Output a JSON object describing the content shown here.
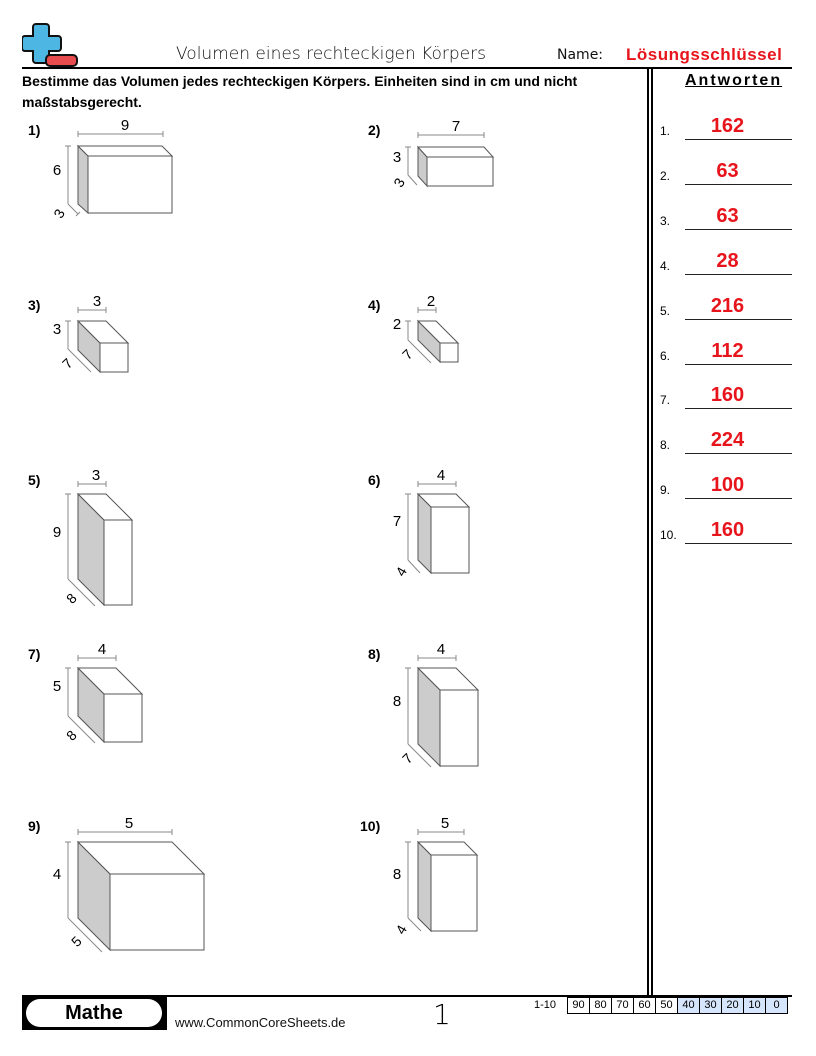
{
  "header": {
    "title": "Volumen eines rechteckigen Körpers",
    "name_label": "Name:",
    "name_value": "Lösungsschlüssel",
    "logo_colors": {
      "plus": "#4db6e3",
      "minus": "#e84c4f"
    }
  },
  "instructions": "Bestimme das Volumen jedes rechteckigen Körpers. Einheiten sind in cm und nicht maßstabsgerecht.",
  "answers": {
    "heading": "Antworten",
    "items": [
      {
        "num": "1.",
        "value": "162"
      },
      {
        "num": "2.",
        "value": "63"
      },
      {
        "num": "3.",
        "value": "63"
      },
      {
        "num": "4.",
        "value": "28"
      },
      {
        "num": "5.",
        "value": "216"
      },
      {
        "num": "6.",
        "value": "112"
      },
      {
        "num": "7.",
        "value": "160"
      },
      {
        "num": "8.",
        "value": "224"
      },
      {
        "num": "9.",
        "value": "100"
      },
      {
        "num": "10.",
        "value": "160"
      }
    ]
  },
  "problems": [
    {
      "label": "1)",
      "width": "9",
      "height": "6",
      "depth": "3"
    },
    {
      "label": "2)",
      "width": "7",
      "height": "3",
      "depth": "3"
    },
    {
      "label": "3)",
      "width": "3",
      "height": "3",
      "depth": "7"
    },
    {
      "label": "4)",
      "width": "2",
      "height": "2",
      "depth": "7"
    },
    {
      "label": "5)",
      "width": "3",
      "height": "9",
      "depth": "8"
    },
    {
      "label": "6)",
      "width": "4",
      "height": "7",
      "depth": "4"
    },
    {
      "label": "7)",
      "width": "4",
      "height": "5",
      "depth": "8"
    },
    {
      "label": "8)",
      "width": "4",
      "height": "8",
      "depth": "7"
    },
    {
      "label": "9)",
      "width": "5",
      "height": "4",
      "depth": "5"
    },
    {
      "label": "10)",
      "width": "5",
      "height": "8",
      "depth": "4"
    }
  ],
  "footer": {
    "subject": "Mathe",
    "site": "www.CommonCoreSheets.de",
    "page": "1",
    "score_label": "1-10",
    "scores": [
      "90",
      "80",
      "70",
      "60",
      "50",
      "40",
      "30",
      "20",
      "10",
      "0"
    ]
  }
}
